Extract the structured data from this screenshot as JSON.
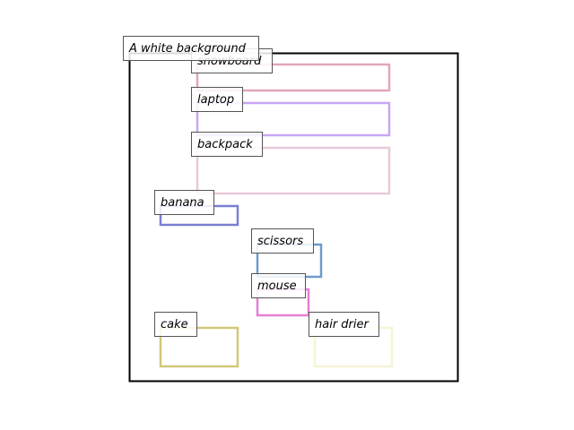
{
  "scene": {
    "caption": "A white background",
    "frame_color": "#000000"
  },
  "objects": [
    {
      "label": "snowboard",
      "color": "#e2a5bd"
    },
    {
      "label": "laptop",
      "color": "#c7a6f4"
    },
    {
      "label": "backpack",
      "color": "#e8c9dc"
    },
    {
      "label": "banana",
      "color": "#7a7fd0"
    },
    {
      "label": "scissors",
      "color": "#6f9acb"
    },
    {
      "label": "mouse",
      "color": "#e57fd6"
    },
    {
      "label": "cake",
      "color": "#d2c77a"
    },
    {
      "label": "hair drier",
      "color": "#f4f5d3"
    }
  ]
}
